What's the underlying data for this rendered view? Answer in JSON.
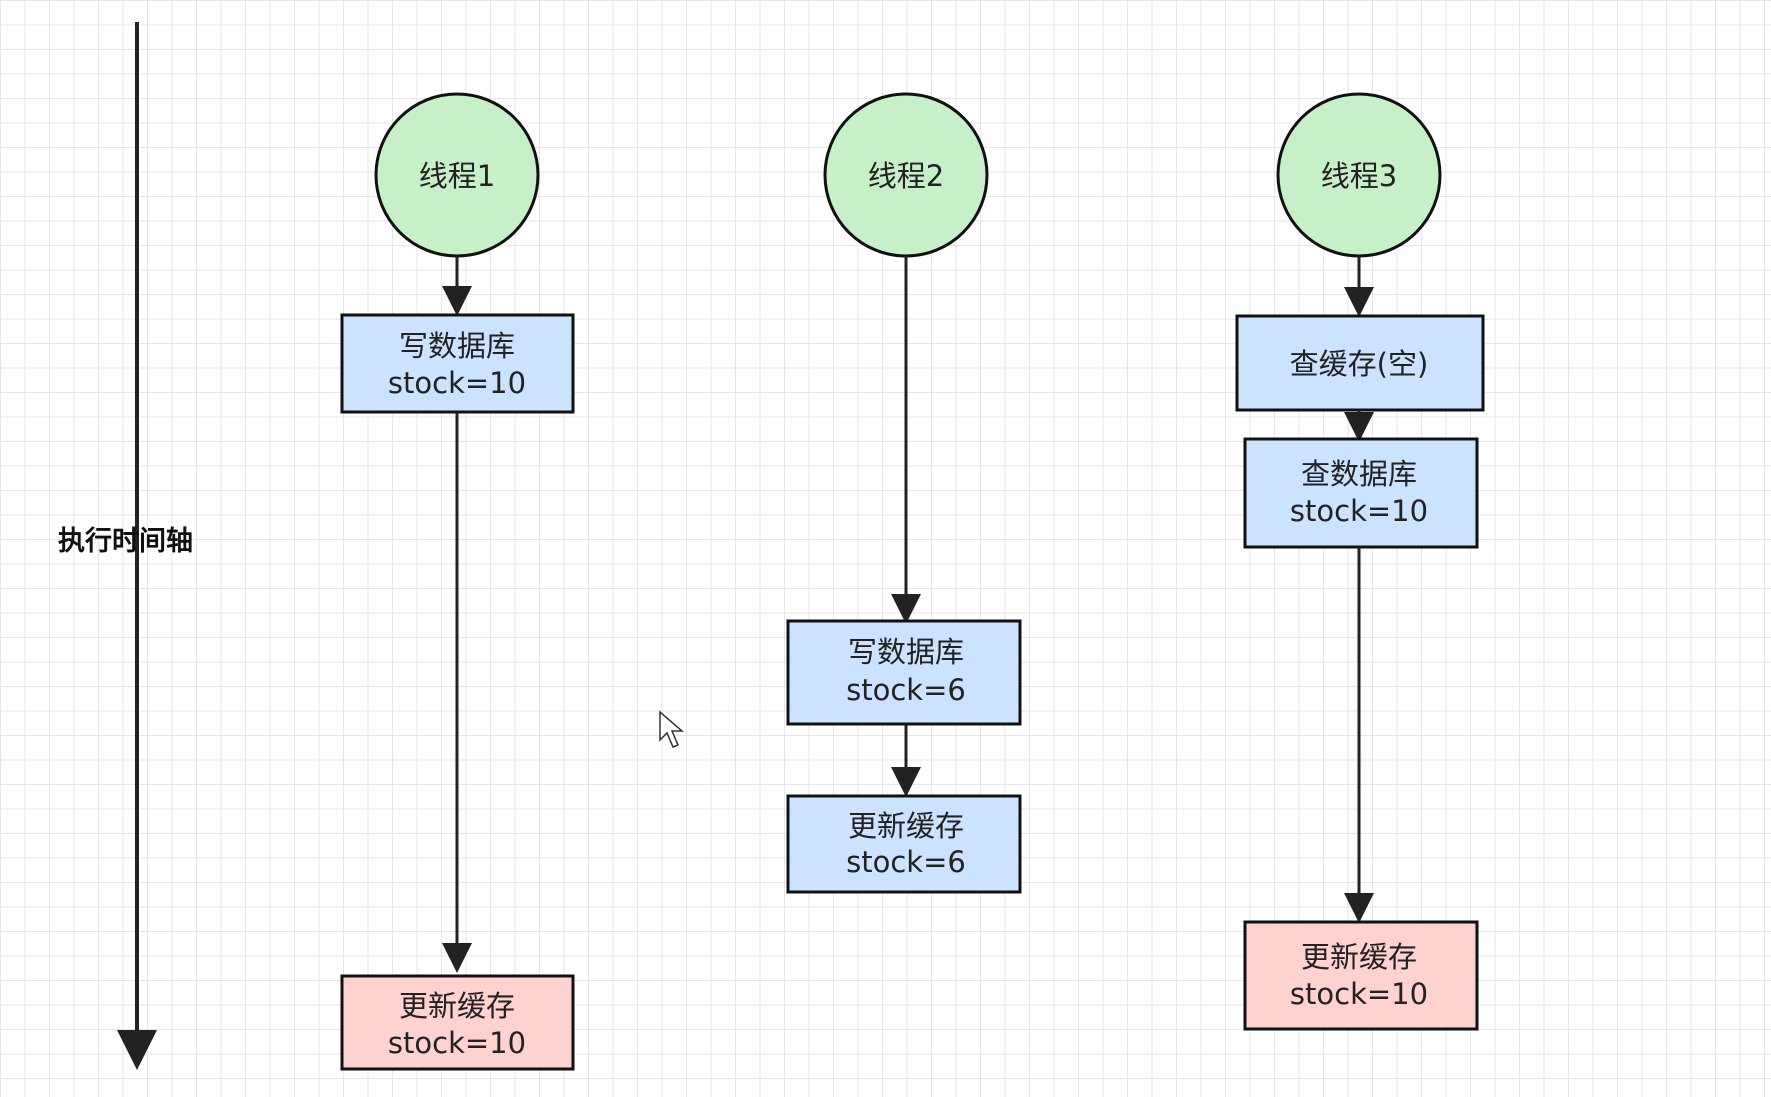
{
  "axis": {
    "label": "执行时间轴"
  },
  "colors": {
    "thread_fill": "#c8f0c8",
    "process_fill": "#cce3ff",
    "update_fill": "#fdd2cf",
    "stroke": "#111111",
    "arrow": "#222222",
    "text": "#222222"
  },
  "threads": [
    {
      "name": "线程1",
      "steps": [
        {
          "line1": "写数据库",
          "line2": "stock=10",
          "kind": "process"
        },
        {
          "line1": "更新缓存",
          "line2": "stock=10",
          "kind": "update"
        }
      ]
    },
    {
      "name": "线程2",
      "steps": [
        {
          "line1": "写数据库",
          "line2": "stock=6",
          "kind": "process"
        },
        {
          "line1": "更新缓存",
          "line2": "stock=6",
          "kind": "process"
        }
      ]
    },
    {
      "name": "线程3",
      "steps": [
        {
          "line1": "查缓存(空)",
          "kind": "process"
        },
        {
          "line1": "查数据库",
          "line2": "stock=10",
          "kind": "process"
        },
        {
          "line1": "更新缓存",
          "line2": "stock=10",
          "kind": "update"
        }
      ]
    }
  ]
}
